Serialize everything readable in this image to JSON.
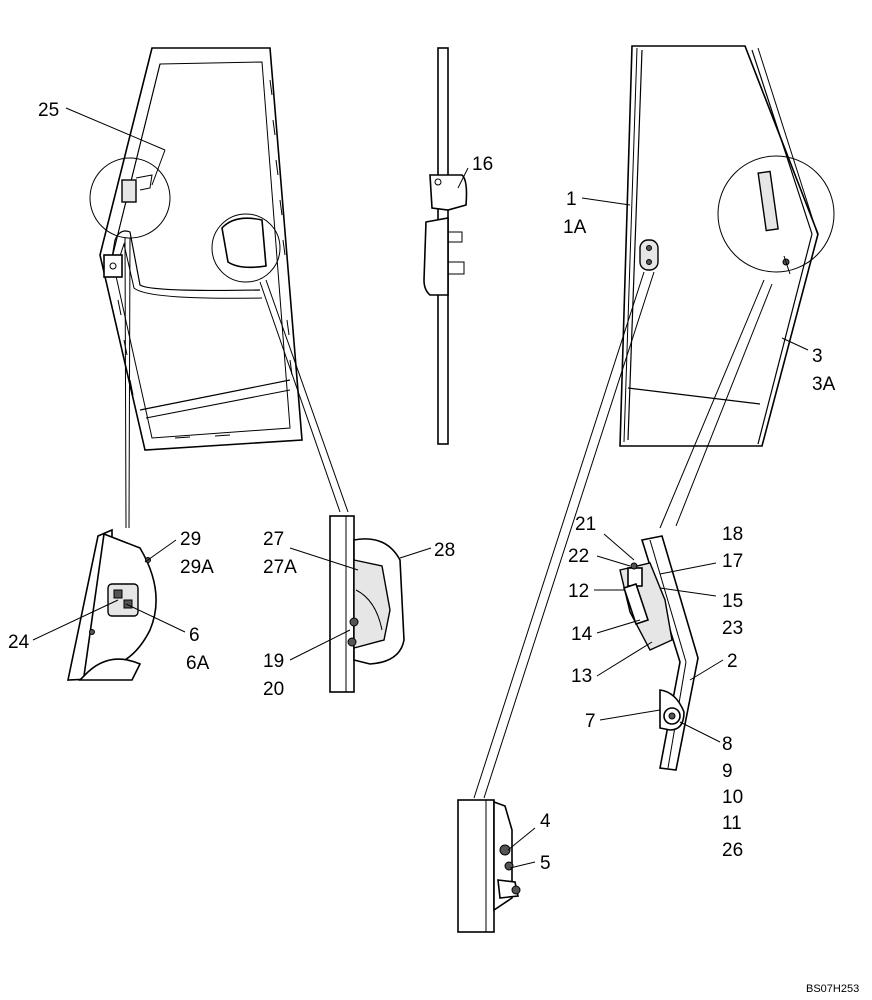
{
  "drawing_reference": "BS07H253",
  "callouts": {
    "c1": "1",
    "c1A": "1A",
    "c2": "2",
    "c3": "3",
    "c3A": "3A",
    "c4": "4",
    "c5": "5",
    "c6": "6",
    "c6A": "6A",
    "c7": "7",
    "c8": "8",
    "c9": "9",
    "c10": "10",
    "c11": "11",
    "c12": "12",
    "c13": "13",
    "c14": "14",
    "c15": "15",
    "c16": "16",
    "c17": "17",
    "c18": "18",
    "c19": "19",
    "c20": "20",
    "c21": "21",
    "c22": "22",
    "c23": "23",
    "c24": "24",
    "c25": "25",
    "c26": "26",
    "c27": "27",
    "c27A": "27A",
    "c28": "28",
    "c29": "29",
    "c29A": "29A"
  }
}
